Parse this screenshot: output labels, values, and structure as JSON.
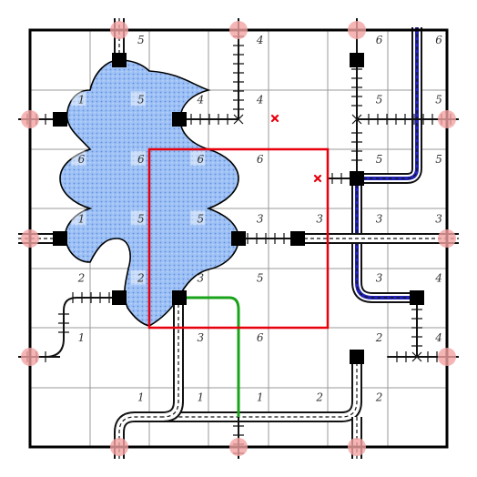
{
  "game": {
    "grid": {
      "rows": 7,
      "cols": 7
    },
    "cell_numbers": [
      {
        "row": 0,
        "col": 1,
        "value": "5",
        "on_lake": false
      },
      {
        "row": 0,
        "col": 3,
        "value": "4",
        "on_lake": false
      },
      {
        "row": 0,
        "col": 5,
        "value": "6",
        "on_lake": false
      },
      {
        "row": 0,
        "col": 6,
        "value": "6",
        "on_lake": false
      },
      {
        "row": 1,
        "col": 0,
        "value": "1",
        "on_lake": true
      },
      {
        "row": 1,
        "col": 1,
        "value": "5",
        "on_lake": true
      },
      {
        "row": 1,
        "col": 2,
        "value": "4",
        "on_lake": false
      },
      {
        "row": 1,
        "col": 3,
        "value": "4",
        "on_lake": false
      },
      {
        "row": 1,
        "col": 5,
        "value": "5",
        "on_lake": false
      },
      {
        "row": 1,
        "col": 6,
        "value": "5",
        "on_lake": false
      },
      {
        "row": 2,
        "col": 0,
        "value": "6",
        "on_lake": true
      },
      {
        "row": 2,
        "col": 1,
        "value": "6",
        "on_lake": true
      },
      {
        "row": 2,
        "col": 2,
        "value": "6",
        "on_lake": true
      },
      {
        "row": 2,
        "col": 3,
        "value": "6",
        "on_lake": false
      },
      {
        "row": 2,
        "col": 5,
        "value": "5",
        "on_lake": false
      },
      {
        "row": 2,
        "col": 6,
        "value": "5",
        "on_lake": false
      },
      {
        "row": 3,
        "col": 0,
        "value": "1",
        "on_lake": true
      },
      {
        "row": 3,
        "col": 1,
        "value": "5",
        "on_lake": true
      },
      {
        "row": 3,
        "col": 2,
        "value": "5",
        "on_lake": true
      },
      {
        "row": 3,
        "col": 3,
        "value": "3",
        "on_lake": false
      },
      {
        "row": 3,
        "col": 4,
        "value": "3",
        "on_lake": false
      },
      {
        "row": 3,
        "col": 5,
        "value": "3",
        "on_lake": false
      },
      {
        "row": 3,
        "col": 6,
        "value": "3",
        "on_lake": false
      },
      {
        "row": 4,
        "col": 0,
        "value": "2",
        "on_lake": false
      },
      {
        "row": 4,
        "col": 1,
        "value": "2",
        "on_lake": true
      },
      {
        "row": 4,
        "col": 2,
        "value": "3",
        "on_lake": false
      },
      {
        "row": 4,
        "col": 3,
        "value": "5",
        "on_lake": false
      },
      {
        "row": 4,
        "col": 5,
        "value": "3",
        "on_lake": false
      },
      {
        "row": 4,
        "col": 6,
        "value": "4",
        "on_lake": false
      },
      {
        "row": 5,
        "col": 0,
        "value": "1",
        "on_lake": false
      },
      {
        "row": 5,
        "col": 2,
        "value": "3",
        "on_lake": false
      },
      {
        "row": 5,
        "col": 3,
        "value": "6",
        "on_lake": false
      },
      {
        "row": 5,
        "col": 5,
        "value": "2",
        "on_lake": false
      },
      {
        "row": 5,
        "col": 6,
        "value": "4",
        "on_lake": false
      },
      {
        "row": 6,
        "col": 1,
        "value": "1",
        "on_lake": false
      },
      {
        "row": 6,
        "col": 2,
        "value": "1",
        "on_lake": false
      },
      {
        "row": 6,
        "col": 3,
        "value": "1",
        "on_lake": false
      },
      {
        "row": 6,
        "col": 4,
        "value": "2",
        "on_lake": false
      },
      {
        "row": 6,
        "col": 5,
        "value": "2",
        "on_lake": false
      }
    ],
    "colors": {
      "grid_line": "#999999",
      "border": "#000000",
      "lake_fill": "#9ec1f5",
      "lake_dot": "#6f9ce6",
      "highlight_box": "#e8000d",
      "cross_mark": "#e8000d",
      "exit_marker": "#f4a3a3",
      "road_fill": "#ffffff",
      "road_edge": "#111111",
      "rail_tie": "#111111",
      "blue_route": "#2222bb",
      "green_route": "#1aa31a",
      "station": "#000000"
    },
    "icons": [
      "station-square-icon",
      "red-x-mark-icon",
      "exit-circle-icon"
    ]
  }
}
